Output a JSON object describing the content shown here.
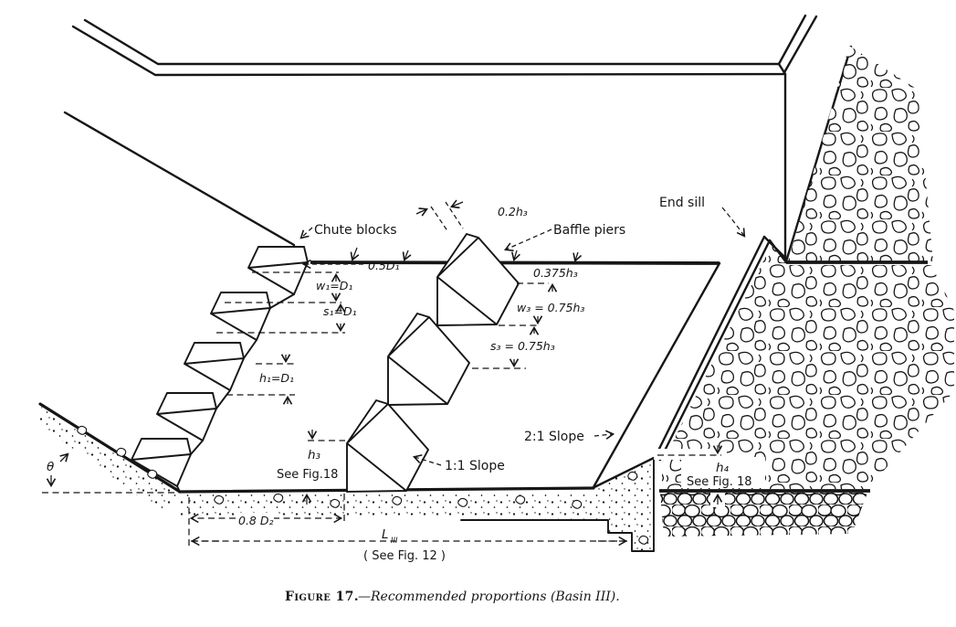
{
  "labels": {
    "chute_blocks": "Chute blocks",
    "baffle_piers": "Baffle piers",
    "end_sill": "End sill",
    "slope_1_1": "1:1 Slope",
    "slope_2_1": "2:1 Slope",
    "chute_angle": "θ"
  },
  "dimensions": {
    "chute_block_edge_gap": "0.5D₁",
    "chute_block_width": "w₁=D₁",
    "chute_block_spacing": "s₁=D₁",
    "chute_block_height": "h₁=D₁",
    "baffle_top_width": "0.2h₃",
    "baffle_upper_face": "0.375h₃",
    "baffle_width": "w₃ = 0.75h₃",
    "baffle_spacing": "s₃ = 0.75h₃",
    "baffle_height_symbol": "h₃",
    "baffle_height_ref": "See Fig.18",
    "end_sill_height_symbol": "h₄",
    "end_sill_height_ref": "See Fig. 18",
    "chute_to_baffle_distance": "0.8 D₂",
    "basin_length_symbol": "L",
    "basin_length_subscript": "III",
    "basin_length_ref": "( See Fig. 12 )"
  },
  "caption": {
    "figure_label": "Figure 17.",
    "text": "—Recommended proportions (Basin III)."
  }
}
